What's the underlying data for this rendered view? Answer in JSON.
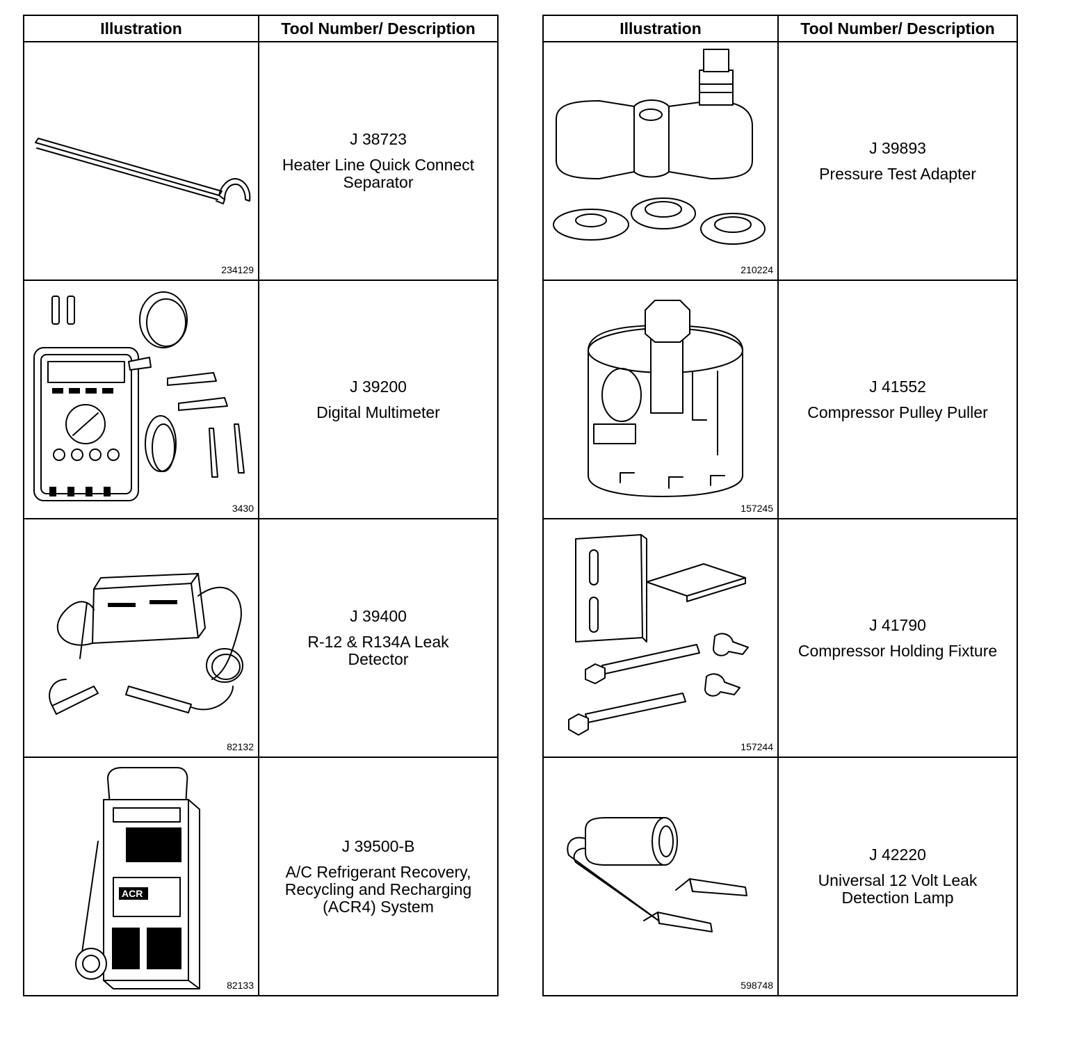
{
  "headers": {
    "illustration": "Illustration",
    "tool": "Tool Number/ Description"
  },
  "left_rows": [
    {
      "tool_number": "J 38723",
      "description": "Heater Line Quick Connect\nSeparator",
      "figure_number": "234129",
      "icon": "quick-connect-separator-icon"
    },
    {
      "tool_number": "J 39200",
      "description": "Digital Multimeter",
      "figure_number": "3430",
      "icon": "digital-multimeter-icon"
    },
    {
      "tool_number": "J 39400",
      "description": "R-12 & R134A Leak\nDetector",
      "figure_number": "82132",
      "icon": "leak-detector-icon"
    },
    {
      "tool_number": "J 39500-B",
      "description": "A/C Refrigerant Recovery,\nRecycling and Recharging\n(ACR4) System",
      "figure_number": "82133",
      "icon": "acr4-cart-icon",
      "logo_text": "ACR"
    }
  ],
  "right_rows": [
    {
      "tool_number": "J 39893",
      "description": "Pressure Test Adapter",
      "figure_number": "210224",
      "icon": "pressure-test-adapter-icon"
    },
    {
      "tool_number": "J 41552",
      "description": "Compressor Pulley Puller",
      "figure_number": "157245",
      "icon": "pulley-puller-icon"
    },
    {
      "tool_number": "J 41790",
      "description": "Compressor Holding Fixture",
      "figure_number": "157244",
      "icon": "holding-fixture-icon"
    },
    {
      "tool_number": "J 42220",
      "description": "Universal 12 Volt Leak\nDetection Lamp",
      "figure_number": "598748",
      "icon": "leak-detection-lamp-icon"
    }
  ]
}
